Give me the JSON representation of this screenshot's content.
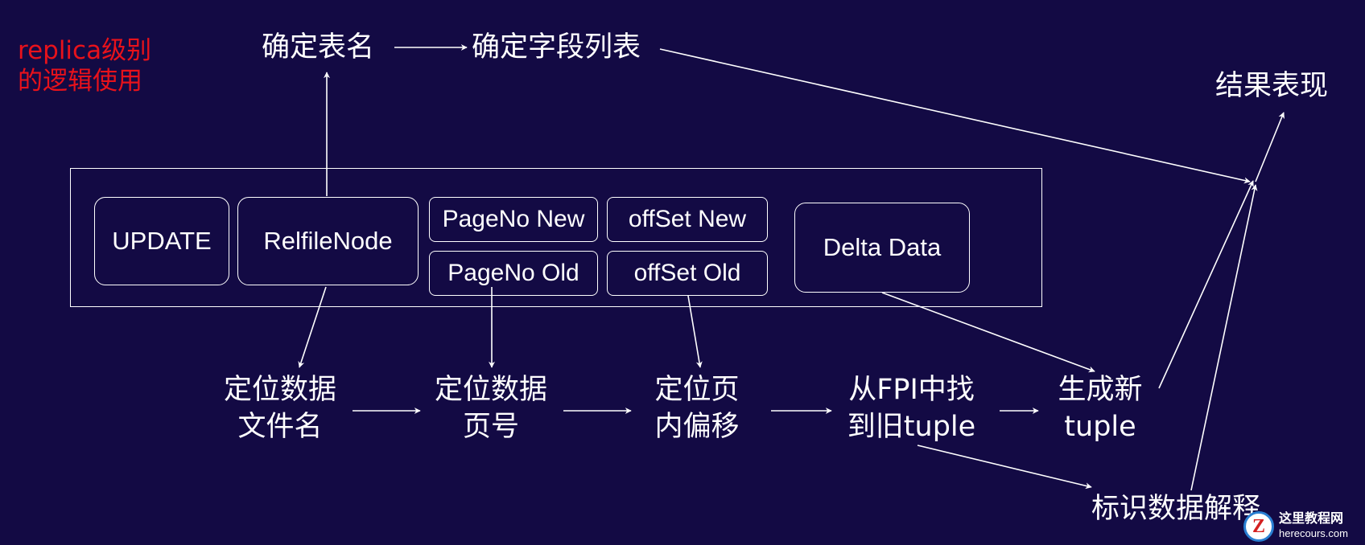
{
  "note": {
    "line1": "replica级别",
    "line2": "的逻辑使用"
  },
  "top_flow": {
    "table_name": "确定表名",
    "field_list": "确定字段列表"
  },
  "result": "结果表现",
  "record": {
    "update": "UPDATE",
    "relfilenode": "RelfileNode",
    "pageno_new": "PageNo New",
    "pageno_old": "PageNo Old",
    "offset_new": "offSet New",
    "offset_old": "offSet Old",
    "delta_data": "Delta Data"
  },
  "steps": {
    "locate_file": {
      "line1": "定位数据",
      "line2": "文件名"
    },
    "locate_page": {
      "line1": "定位数据",
      "line2": "页号"
    },
    "locate_offset": {
      "line1": "定位页",
      "line2": "内偏移"
    },
    "find_old": {
      "line1": "从FPI中找",
      "line2": "到旧tuple"
    },
    "gen_new": {
      "line1": "生成新",
      "line2": "tuple"
    },
    "mark_data": "标识数据解释"
  },
  "watermark": {
    "logo_letter": "Z",
    "title": "这里教程网",
    "url": "herecours.com"
  },
  "colors": {
    "background": "#130a44",
    "foreground": "#ffffff",
    "note": "#e8121b"
  }
}
